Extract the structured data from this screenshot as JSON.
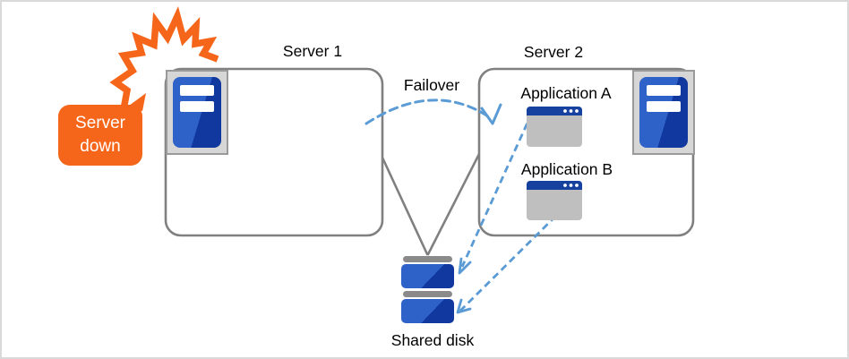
{
  "diagram": {
    "callout_server_down": "Server down",
    "server1_label": "Server 1",
    "server2_label": "Server 2",
    "failover_label": "Failover",
    "application_a_label": "Application A",
    "application_b_label": "Application B",
    "shared_disk_label": "Shared disk",
    "icons": {
      "server": "server-tower-icon",
      "application": "app-window-icon",
      "shared_disk": "disk-stack-icon",
      "alert": "explosion-burst-icon"
    },
    "colors": {
      "alert_orange": "#f6661a",
      "server_blue_light": "#2e62c8",
      "server_blue_dark": "#11389e",
      "window_title_blue": "#16419e",
      "window_body_gray": "#bfbfbf",
      "icon_frame_gray": "#d6d6d6",
      "connector_gray": "#808080",
      "disk_bar_gray": "#8a8a8a",
      "arrow_blue": "#5b9bd5"
    }
  }
}
